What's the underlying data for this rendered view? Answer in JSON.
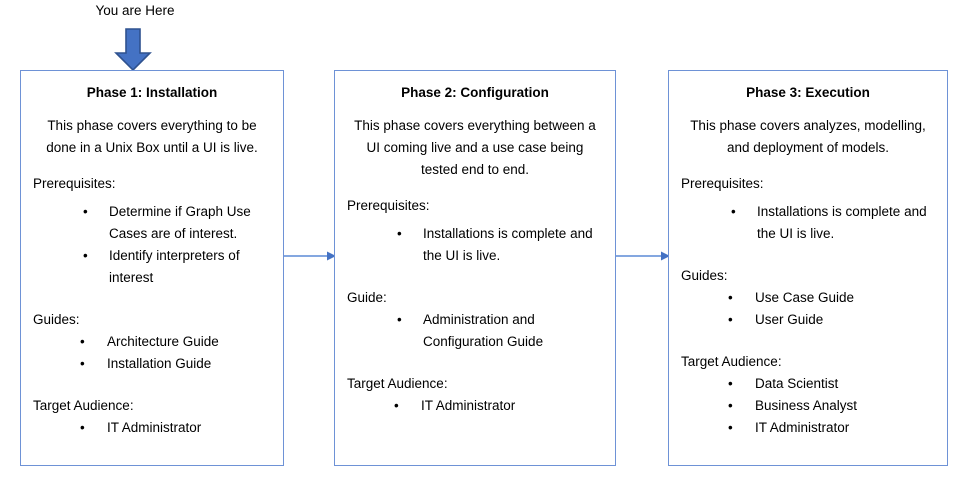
{
  "colors": {
    "box_border": "#6e92d6",
    "arrow_fill": "#4472c4",
    "arrow_stroke": "#2f528f",
    "connector": "#5b8ad6",
    "text": "#000000",
    "background": "#ffffff"
  },
  "callout": {
    "label": "You are Here",
    "arrow_icon": "down-block-arrow-icon"
  },
  "connectors": [
    {
      "name": "arrow-phase1-to-phase2",
      "from": "Phase 1: Installation",
      "to": "Phase 2: Configuration"
    },
    {
      "name": "arrow-phase2-to-phase3",
      "from": "Phase 2: Configuration",
      "to": "Phase 3: Execution"
    }
  ],
  "phases": [
    {
      "title": "Phase 1: Installation",
      "description": "This phase covers everything to be done in a Unix Box until a UI is live.",
      "sections": [
        {
          "heading": "Prerequisites:",
          "indent": "wide",
          "items": [
            "Determine if Graph Use Cases are of interest.",
            "Identify interpreters of interest"
          ]
        },
        {
          "heading": "Guides:",
          "indent": "narrow",
          "items": [
            "Architecture Guide",
            "Installation Guide"
          ]
        },
        {
          "heading": "Target Audience:",
          "indent": "narrow",
          "items": [
            "IT Administrator"
          ]
        }
      ]
    },
    {
      "title": "Phase 2: Configuration",
      "description": "This phase covers everything between a UI coming live and a use case being tested end to end.",
      "sections": [
        {
          "heading": "Prerequisites:",
          "indent": "wide",
          "items": [
            "Installations is complete and the UI is live."
          ]
        },
        {
          "heading": "Guide:",
          "indent": "wide",
          "items": [
            "Administration and Configuration Guide"
          ]
        },
        {
          "heading": "Target Audience:",
          "indent": "narrow",
          "items": [
            "IT Administrator"
          ]
        }
      ]
    },
    {
      "title": "Phase 3: Execution",
      "description": "This phase covers analyzes, modelling, and deployment of models.",
      "sections": [
        {
          "heading": "Prerequisites:",
          "indent": "wide",
          "items": [
            "Installations is complete and the UI is live."
          ]
        },
        {
          "heading": "Guides:",
          "indent": "narrow",
          "items": [
            "Use Case Guide",
            "User Guide"
          ]
        },
        {
          "heading": "Target Audience:",
          "indent": "narrow",
          "items": [
            "Data Scientist",
            "Business Analyst",
            "IT Administrator"
          ]
        }
      ]
    }
  ]
}
